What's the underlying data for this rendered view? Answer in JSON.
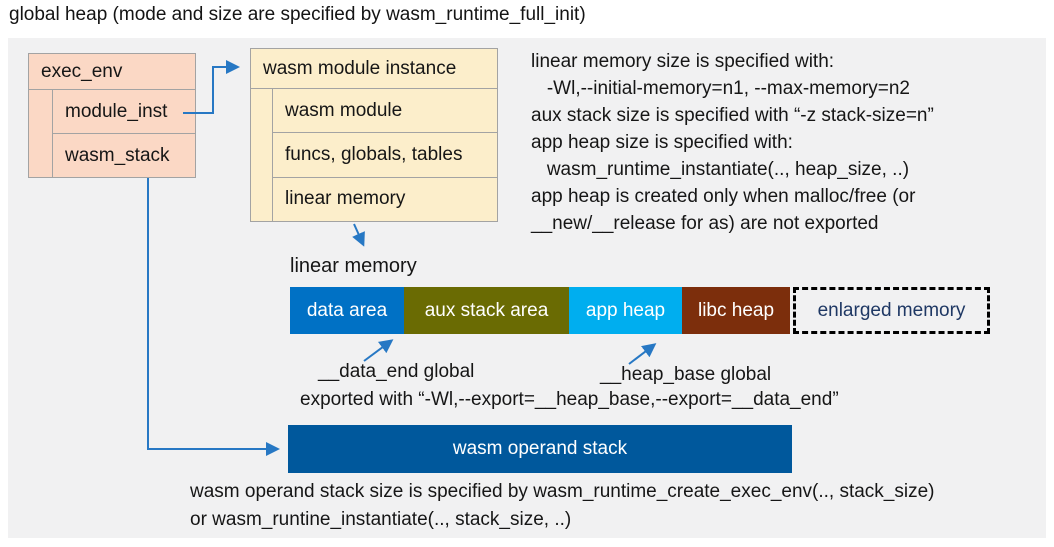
{
  "title": "global heap (mode and size are specified by wasm_runtime_full_init)",
  "exec_env_box": {
    "header": "exec_env",
    "rows": [
      "module_inst",
      "wasm_stack"
    ],
    "fill": "#fbd8c5"
  },
  "module_instance_box": {
    "header": "wasm module instance",
    "rows": [
      "wasm module",
      "funcs, globals, tables",
      "linear memory"
    ],
    "fill": "#fceecb"
  },
  "right_notes": {
    "lines": [
      "linear memory size is specified with:",
      "   -Wl,--initial-memory=n1, --max-memory=n2",
      "aux stack size is specified with “-z stack-size=n”",
      "app heap size is specified with:",
      "   wasm_runtime_instantiate(.., heap_size, ..)",
      "app heap is created only when malloc/free (or",
      "__new/__release for as) are not exported"
    ]
  },
  "linear_memory_label": "linear memory",
  "memory_bar": {
    "segments": [
      {
        "label": "data area",
        "color": "#0071c5"
      },
      {
        "label": "aux stack area",
        "color": "#6a6b03"
      },
      {
        "label": "app heap",
        "color": "#00aeef"
      },
      {
        "label": "libc heap",
        "color": "#7c2e0c"
      }
    ],
    "enlarged": {
      "label": "enlarged memory",
      "text_color": "#1f3864"
    }
  },
  "annotations": {
    "data_end": "__data_end global",
    "heap_base": "__heap_base global",
    "exported": "exported with “-Wl,--export=__heap_base,--export=__data_end”"
  },
  "operand_stack": {
    "label": "wasm operand stack",
    "color": "#00589c"
  },
  "bottom_notes": {
    "lines": [
      "wasm operand stack size is specified by wasm_runtime_create_exec_env(.., stack_size)",
      "or wasm_runtine_instantiate(.., stack_size, ..)"
    ]
  },
  "colors": {
    "panel_background": "#f1f1f2",
    "arrow": "#2778c4",
    "box_border": "#a3a3a3"
  }
}
